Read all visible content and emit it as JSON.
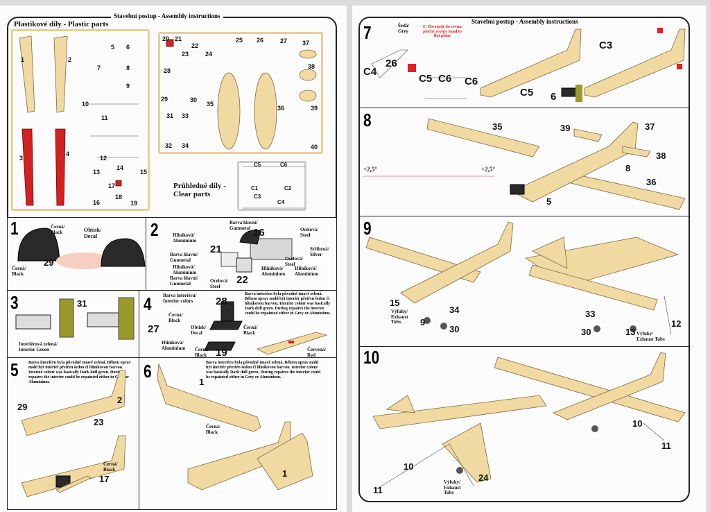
{
  "header": "Stavební postup - Assembly instructions",
  "plastic_parts_title": "Plastikové díly - Plastic parts",
  "clear_parts_title": "Průhledné díly - Clear parts",
  "parts": [
    "1",
    "2",
    "3",
    "4",
    "5",
    "6",
    "7",
    "8",
    "9",
    "10",
    "11",
    "12",
    "13",
    "14",
    "15",
    "16",
    "17",
    "18",
    "19",
    "20",
    "21",
    "22",
    "23",
    "24",
    "25",
    "26",
    "27",
    "28",
    "29",
    "30",
    "31",
    "32",
    "33",
    "34",
    "35",
    "36",
    "37",
    "38",
    "39",
    "40"
  ],
  "clear_parts": [
    "C1",
    "C2",
    "C3",
    "C4",
    "C5",
    "C6"
  ],
  "steps": [
    "1",
    "2",
    "3",
    "4",
    "5",
    "6",
    "7",
    "8",
    "9",
    "10"
  ],
  "colors": {
    "black": "Černá/ Black",
    "decal": "Obtisk/ Decal",
    "gunmetal": "Barva hlavní/ Gunmetal",
    "aluminium": "Hliníková/ Aluminium",
    "steel": "Ocelová/ Steel",
    "silver": "Stříbrná/ Silver",
    "interior_green": "Interiérová zelená/ Interior Green",
    "interior_colors": "Barva interiéru/ Interior colors",
    "red": "Červená/ Red",
    "grey": "Šedá/ Grey",
    "exhaust": "Výfuky/ Exhaust Tubs"
  },
  "interior_note": "Barva interiéru byla původně tmavě zelená. Během oprav mohl být interiér přetřen šedou či hliníkovou barvou. Interior colour was basically Dark dull green. During repaires the interior could be repainted either in Grey or Aluminium.",
  "sand_note": "!!! Zbroustit do rovna/ ploché roviny Sand to flat plane",
  "dihedral": "+2,5°",
  "palette": {
    "tan": "#f1d9a2",
    "red": "#d42020",
    "sprue": "#e6cf98",
    "green": "#9a9a2a"
  }
}
